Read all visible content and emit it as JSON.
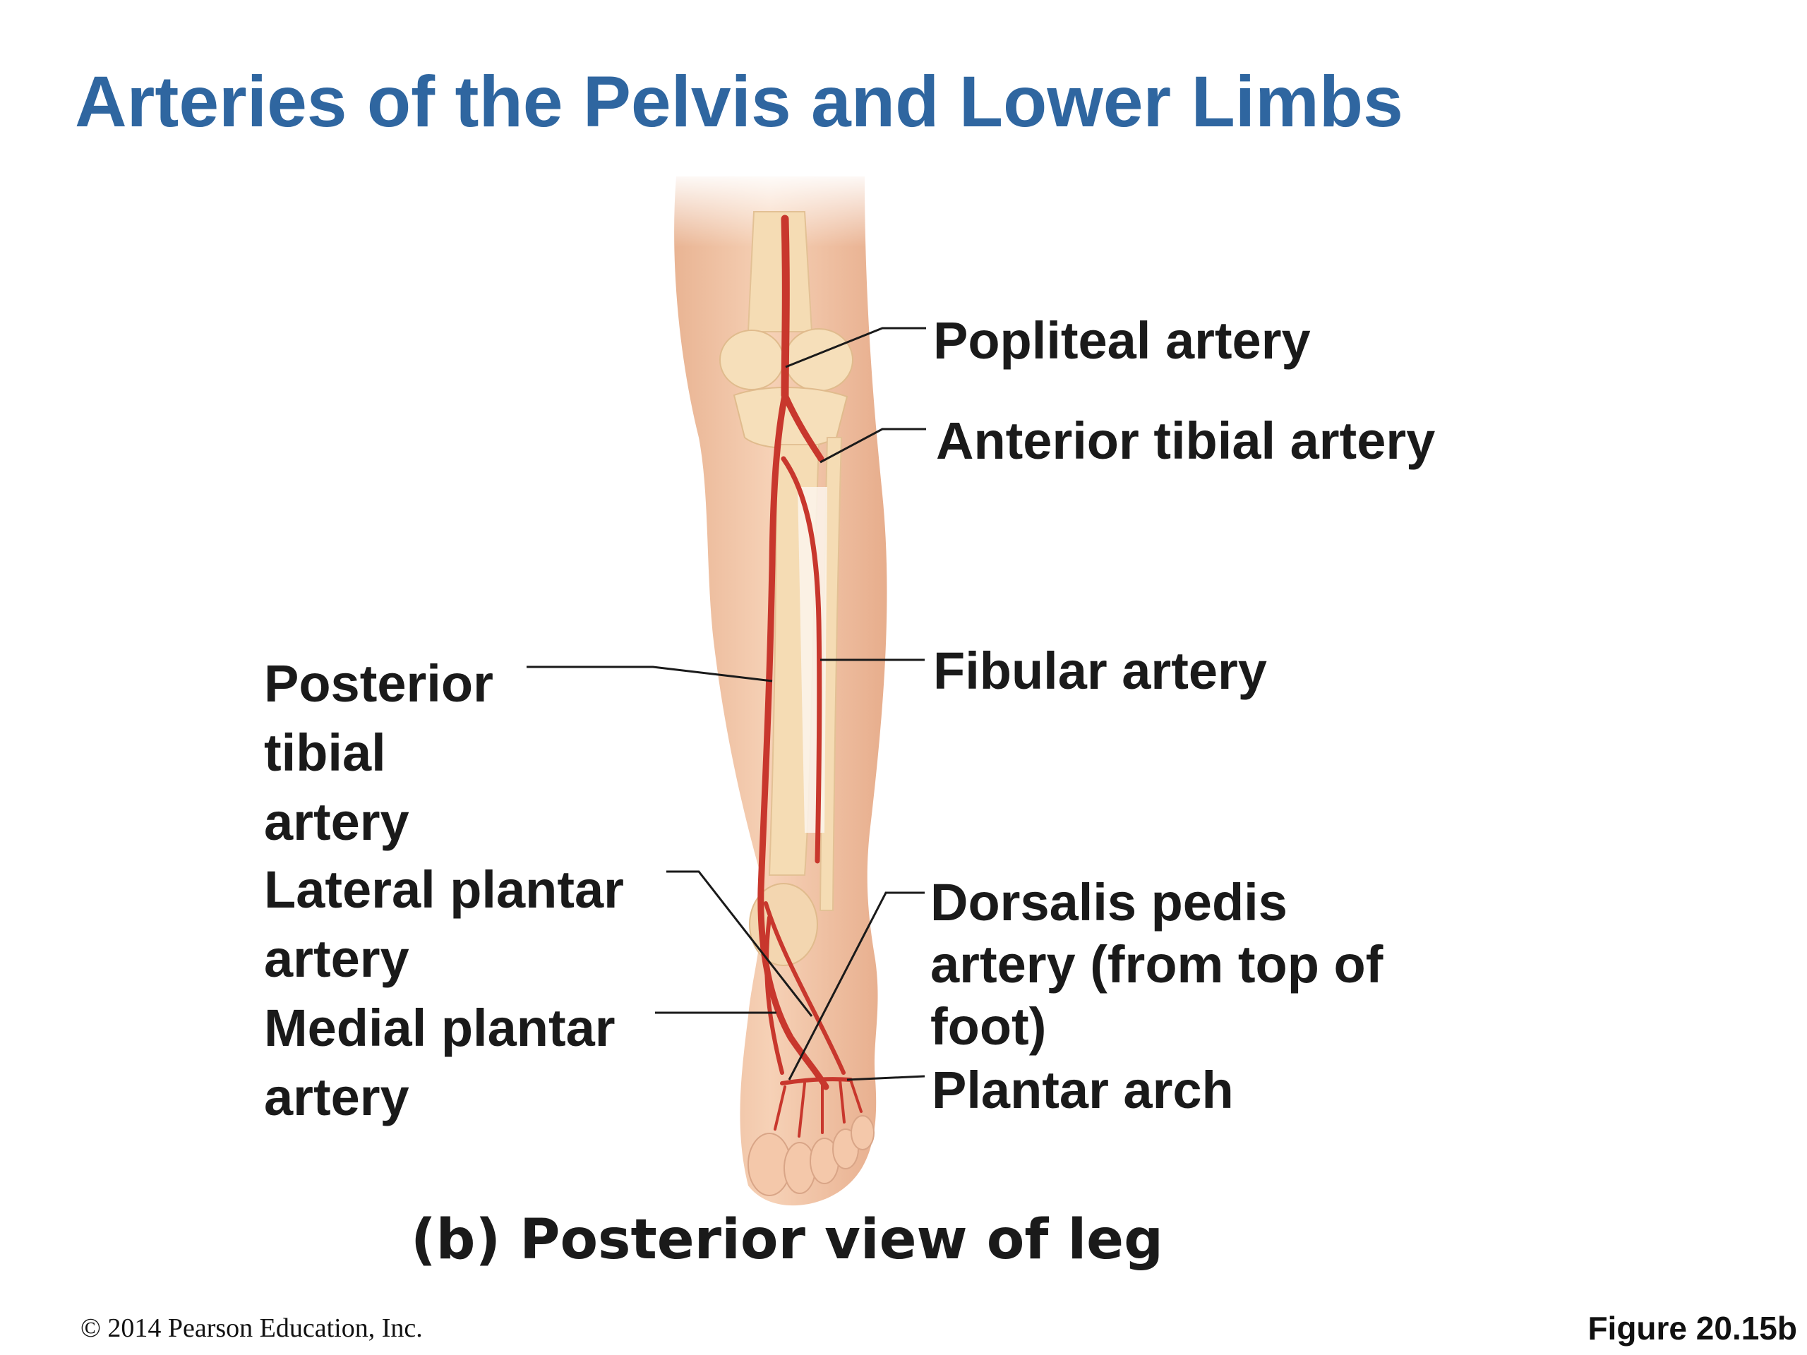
{
  "slide": {
    "title": "Arteries of the Pelvis and Lower Limbs"
  },
  "labels": {
    "popliteal": "Popliteal artery",
    "anterior_tibial": "Anterior tibial artery",
    "fibular": "Fibular artery",
    "posterior_tibial": [
      "Posterior",
      "tibial",
      "artery"
    ],
    "lateral_plantar": [
      "Lateral plantar",
      "artery"
    ],
    "medial_plantar": [
      "Medial plantar",
      "artery"
    ],
    "dorsalis_pedis": [
      "Dorsalis pedis",
      "artery (from top of",
      "foot)"
    ],
    "plantar_arch": "Plantar arch"
  },
  "caption": "(b) Posterior view of leg",
  "footer": {
    "copyright": "© 2014 Pearson Education, Inc.",
    "figure_number": "Figure 20.15b"
  },
  "colors": {
    "title": "#2f66a0",
    "skin": "#f0c4a4",
    "bone": "#f5dcb4",
    "artery": "#c8372d",
    "leader": "#1a1a1a"
  }
}
